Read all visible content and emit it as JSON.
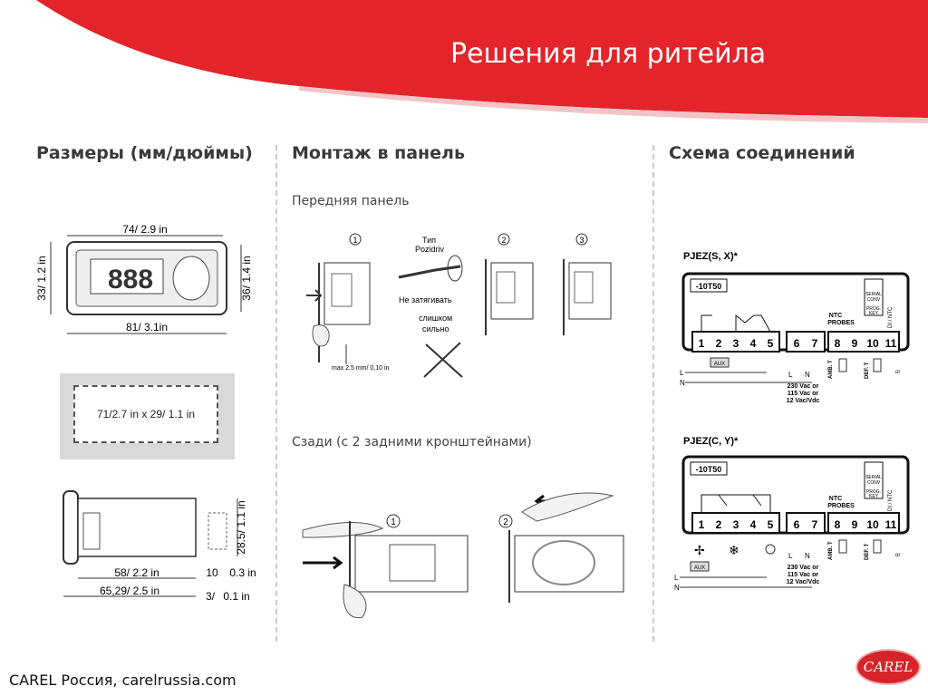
{
  "slide": {
    "title": "Решения для ритейла",
    "footer": "CAREL Россия, carelrussia.com",
    "logo_text": "CAREL",
    "colors": {
      "banner": "#e3242b",
      "accent": "#c8102e"
    }
  },
  "sizes": {
    "heading": "Размеры (мм/дюймы)",
    "front_width": "74/ 2.9 in",
    "front_height": "33/ 1.2 in",
    "front_height_right": "36/ 1.4 in",
    "front_total_width": "81/ 3.1in",
    "cutout": "71/2.7 in x 29/ 1.1 in",
    "side_height": "28.5/ 1.1 in",
    "side_depth": "58/ 2.2 in",
    "side_front": "10",
    "side_front_in": "0.3 in",
    "side_total": "65,29/ 2.5 in",
    "side_bezel": "3/",
    "side_bezel_in": "0.1 in"
  },
  "mounting": {
    "heading": "Монтаж в панель",
    "front_label": "Передняя панель",
    "rear_label": "Сзади (с 2 задними кронштейнами)",
    "step1": "1",
    "step2": "2",
    "step3": "3",
    "screw_type_1": "Тип",
    "screw_type_2": "Pozidriv",
    "warn_1": "Не затягивать",
    "warn_2": "слишком",
    "warn_3": "сильно",
    "panel_max": "max 2,5 mm/ 0,10 in",
    "rear_step1": "1",
    "rear_step2": "2"
  },
  "wiring": {
    "heading": "Схема соединений",
    "diagram1_title": "PJEZ(S, X)*",
    "diagram2_title": "PJEZ(C, Y)*",
    "model_tag": "-10T50",
    "terminals": [
      "1",
      "2",
      "3",
      "4",
      "5",
      "6",
      "7",
      "8",
      "9",
      "10",
      "11"
    ],
    "ntc_1": "NTC",
    "ntc_2": "PROBES",
    "serial_1": "SERIAL",
    "serial_2": "CONV",
    "prog_1": "PROG.",
    "prog_2": "KEY",
    "di_ntc": "DI / NTC",
    "aux": "AUX",
    "line": "L",
    "neutral": "N",
    "amb": "AMB. T",
    "def": "DEF. T",
    "supply_1": "230 Vac or",
    "supply_2": "115 Vac or",
    "supply_3": "12 Vac/Vdc",
    "or": "or"
  }
}
